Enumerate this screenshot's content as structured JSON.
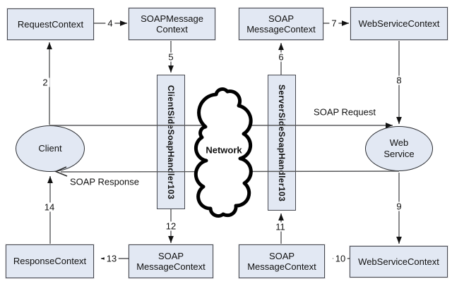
{
  "nodes": {
    "request_context": {
      "label": "RequestContext"
    },
    "soap_message_context_top_left": {
      "label": "SOAPMessage Context"
    },
    "soap_message_context_top_right": {
      "label": "SOAP MessageContext"
    },
    "web_service_context_top": {
      "label": "WebServiceContext"
    },
    "client_side_soap_handler": {
      "label": "ClientSideSoapHandler103"
    },
    "server_side_soap_handler": {
      "label": "ServerSideSoapHandler103"
    },
    "client": {
      "label": "Client"
    },
    "web_service": {
      "label": "Web Service"
    },
    "network": {
      "label": "Network"
    },
    "response_context": {
      "label": "ResponseContext"
    },
    "soap_message_context_bottom_left": {
      "label": "SOAP MessageContext"
    },
    "soap_message_context_bottom_right": {
      "label": "SOAP MessageContext"
    },
    "web_service_context_bottom": {
      "label": "WebServiceContext"
    }
  },
  "flow_labels": {
    "soap_request": "SOAP Request",
    "soap_response": "SOAP Response"
  },
  "step_numbers": {
    "s2": "2",
    "s4": "4",
    "s5": "5",
    "s6": "6",
    "s7": "7",
    "s8": "8",
    "s9": "9",
    "s10": "10",
    "s11": "11",
    "s12": "12",
    "s13": "13",
    "s14": "14"
  },
  "colors": {
    "node_fill": "#e2e8f3",
    "node_border": "#45474f",
    "line": "#58595b",
    "arrowhead": "#121212",
    "cloud_stroke": "#000000",
    "cloud_fill": "#ffffff",
    "text": "#111111",
    "background": "#ffffff"
  }
}
